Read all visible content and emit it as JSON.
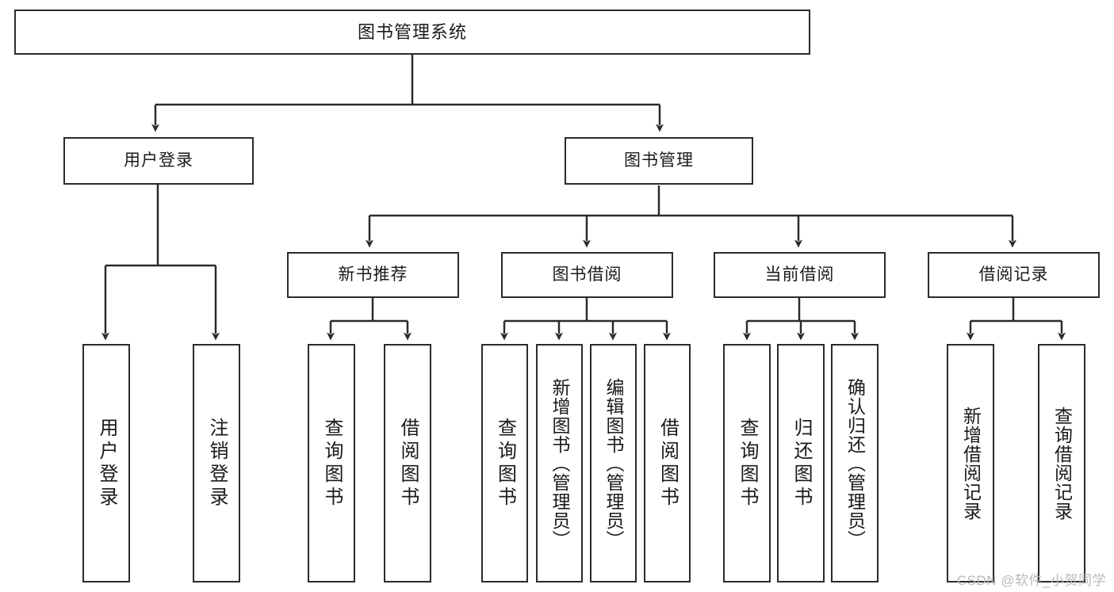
{
  "diagram": {
    "title": "图书管理系统",
    "type": "tree",
    "watermark": "CSDN @软件_小贺同学",
    "accent_color": "#2b2b2b",
    "background_color": "#ffffff",
    "nodes": {
      "root": {
        "label": "图书管理系统"
      },
      "l2": [
        {
          "id": "user-login",
          "label": "用户登录"
        },
        {
          "id": "book-management",
          "label": "图书管理"
        }
      ],
      "l3": [
        {
          "id": "new-book-recommend",
          "label": "新书推荐"
        },
        {
          "id": "book-borrow",
          "label": "图书借阅"
        },
        {
          "id": "current-borrow",
          "label": "当前借阅"
        },
        {
          "id": "borrow-record",
          "label": "借阅记录"
        }
      ],
      "leaves": {
        "user_login": [
          {
            "id": "leaf-user-login",
            "label": "用户登录"
          },
          {
            "id": "leaf-logout",
            "label": "注销登录"
          }
        ],
        "new_book_recommend": [
          {
            "id": "leaf-query-book-1",
            "label": "查询图书"
          },
          {
            "id": "leaf-borrow-book-1",
            "label": "借阅图书"
          }
        ],
        "book_borrow": [
          {
            "id": "leaf-query-book-2",
            "label": "查询图书"
          },
          {
            "id": "leaf-add-book-admin",
            "label": "新增图书（管理员）"
          },
          {
            "id": "leaf-edit-book-admin",
            "label": "编辑图书（管理员）"
          },
          {
            "id": "leaf-borrow-book-2",
            "label": "借阅图书"
          }
        ],
        "current_borrow": [
          {
            "id": "leaf-query-book-3",
            "label": "查询图书"
          },
          {
            "id": "leaf-return-book",
            "label": "归还图书"
          },
          {
            "id": "leaf-confirm-return-admin",
            "label": "确认归还（管理员）"
          }
        ],
        "borrow_record": [
          {
            "id": "leaf-add-record",
            "label": "新增借阅记录"
          },
          {
            "id": "leaf-query-record",
            "label": "查询借阅记录"
          }
        ]
      }
    }
  }
}
